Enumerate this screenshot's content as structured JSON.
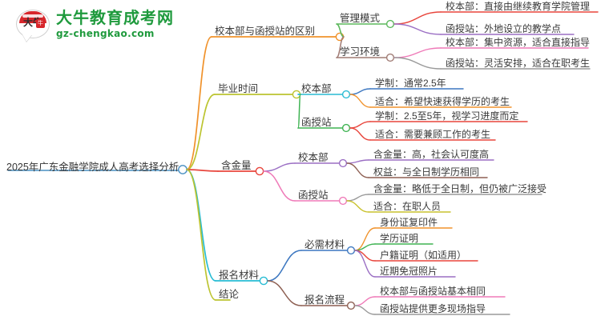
{
  "logo": {
    "mark_text": "大牛",
    "badge_text": "牛",
    "title": "大牛教育成考网",
    "subtitle": "gz-chengkao.com",
    "brand_color": "#1f9a3d",
    "accent_color": "#d7262b"
  },
  "mindmap": {
    "root": {
      "label": "2025年广东金融学院成人高考选择分析",
      "color": "#4a90c2"
    },
    "branches": [
      {
        "label": "校本部与函授站的区别",
        "color": "#f0922b",
        "children": [
          {
            "label": "管理模式",
            "color": "#5cb85c",
            "children": [
              {
                "label": "校本部：直接由继续教育学院管理",
                "color": "#e8453c"
              },
              {
                "label": "函授站：外地设立的教学点",
                "color": "#9b6fc4"
              }
            ]
          },
          {
            "label": "学习环境",
            "color": "#a07b74",
            "children": [
              {
                "label": "校本部：集中资源，适合直接指导",
                "color": "#ef7ab8"
              },
              {
                "label": "函授站：灵活安排，适合在职考生",
                "color": "#9a9a9a"
              }
            ]
          }
        ]
      },
      {
        "label": "毕业时间",
        "color": "#bcc430",
        "children": [
          {
            "label": "校本部",
            "color": "#28bcd4",
            "children": [
              {
                "label": "学制：通常2.5年",
                "color": "#3c77c0"
              },
              {
                "label": "适合：希望快速获得学历的考生",
                "color": "#f0922b"
              }
            ]
          },
          {
            "label": "函授站",
            "color": "#3eb352",
            "children": [
              {
                "label": "学制：2.5至5年，视学习进度而定",
                "color": "#e8453c"
              },
              {
                "label": "适合：需要兼顾工作的考生",
                "color": "#e8453c"
              }
            ]
          }
        ]
      },
      {
        "label": "含金量",
        "color": "#e8453c",
        "children": [
          {
            "label": "校本部",
            "color": "#9b6fc4",
            "children": [
              {
                "label": "含金量：高，社会认可度高",
                "color": "#9b6fc4"
              },
              {
                "label": "权益：与全日制学历相同",
                "color": "#8d5f52"
              }
            ]
          },
          {
            "label": "函授站",
            "color": "#ef7ab8",
            "children": [
              {
                "label": "含金量：略低于全日制，但仍被广泛接受",
                "color": "#9a9a9a"
              },
              {
                "label": "适合：在职人员",
                "color": "#c9c22e"
              }
            ]
          }
        ]
      },
      {
        "label": "报名材料",
        "color": "#28bcd4",
        "children": [
          {
            "label": "必需材料",
            "color": "#3c77c0",
            "children": [
              {
                "label": "身份证复印件",
                "color": "#f0922b"
              },
              {
                "label": "学历证明",
                "color": "#3eb352"
              },
              {
                "label": "户籍证明（如适用）",
                "color": "#e8453c"
              },
              {
                "label": "近期免冠照片",
                "color": "#9b6fc4"
              }
            ]
          },
          {
            "label": "报名流程",
            "color": "#8d5f52",
            "children": [
              {
                "label": "校本部与函授站基本相同",
                "color": "#ef7ab8"
              },
              {
                "label": "函授站提供更多现场指导",
                "color": "#9a9a9a"
              }
            ]
          }
        ]
      },
      {
        "label": "结论",
        "color": "#bcc430",
        "children": []
      }
    ]
  }
}
